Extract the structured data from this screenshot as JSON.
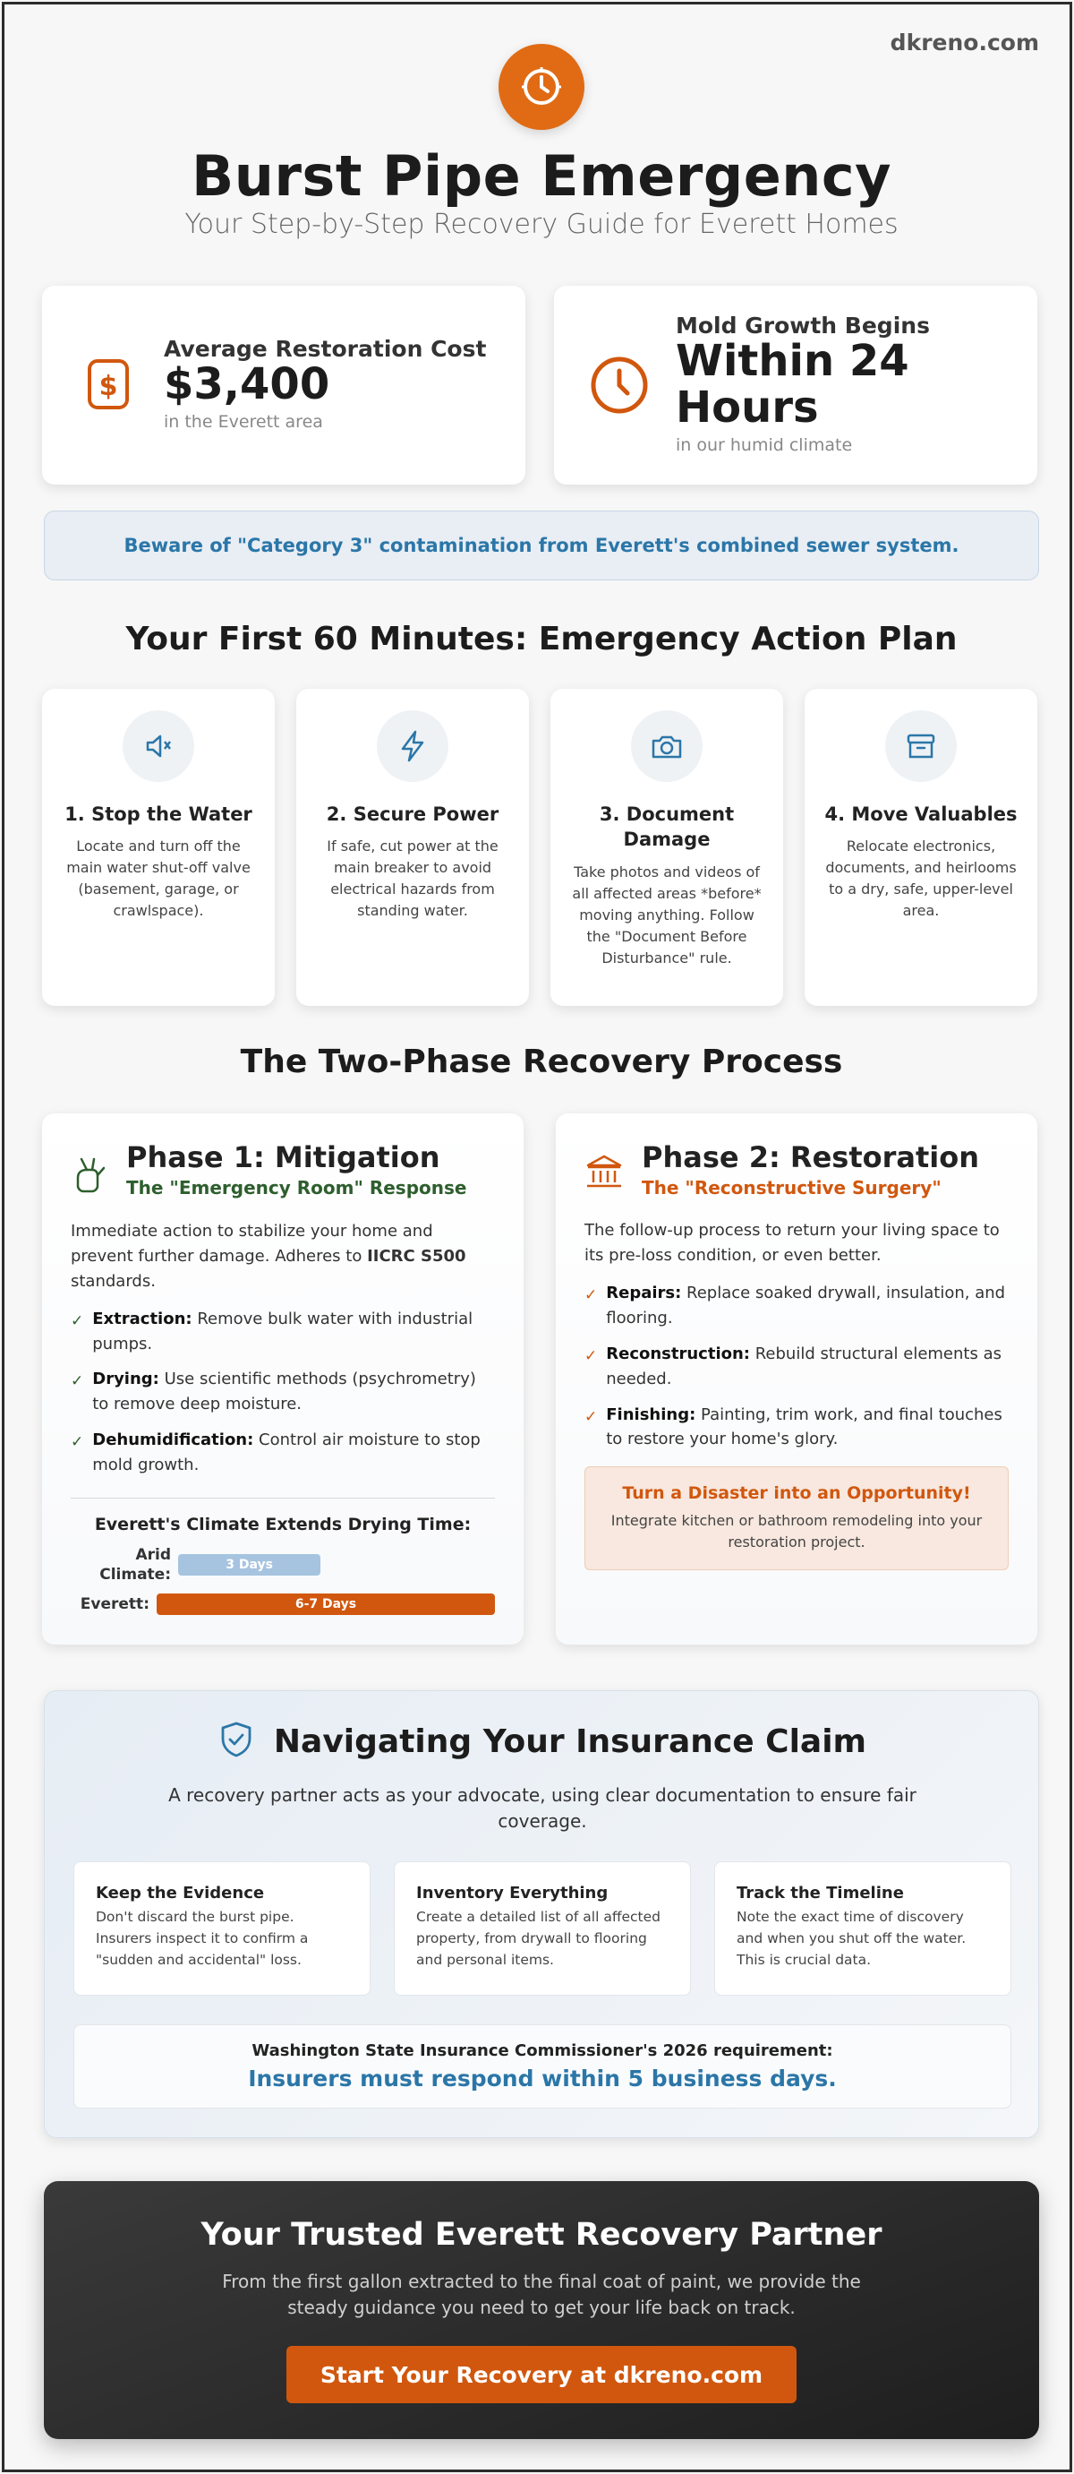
{
  "brand": "dkreno.com",
  "header": {
    "title": "Burst Pipe Emergency",
    "subtitle": "Your Step-by-Step Recovery Guide for Everett Homes"
  },
  "stats": [
    {
      "label": "Average Restoration Cost",
      "value": "$3,400",
      "note": "in the Everett area",
      "icon": "dollar-icon"
    },
    {
      "label": "Mold Growth Begins",
      "value": "Within 24 Hours",
      "note": "in our humid climate",
      "icon": "clock-icon"
    }
  ],
  "warning": "Beware of \"Category 3\" contamination from Everett's combined sewer system.",
  "action_plan": {
    "title": "Your First 60 Minutes: Emergency Action Plan",
    "steps": [
      {
        "title": "1. Stop the Water",
        "text": "Locate and turn off the main water shut-off valve (basement, garage, or crawlspace).",
        "icon": "water-off-icon"
      },
      {
        "title": "2. Secure Power",
        "text": "If safe, cut power at the main breaker to avoid electrical hazards from standing water.",
        "icon": "lightning-icon"
      },
      {
        "title": "3. Document Damage",
        "text": "Take photos and videos of all affected areas *before* moving anything. Follow the \"Document Before Disturbance\" rule.",
        "icon": "camera-icon"
      },
      {
        "title": "4. Move Valuables",
        "text": "Relocate electronics, documents, and heirlooms to a dry, safe, upper-level area.",
        "icon": "archive-icon"
      }
    ]
  },
  "recovery": {
    "title": "The Two-Phase Recovery Process",
    "phase1": {
      "title": "Phase 1: Mitigation",
      "subtitle": "The \"Emergency Room\" Response",
      "intro_a": "Immediate action to stabilize your home and prevent further damage. Adheres to ",
      "intro_b": "IICRC S500",
      "intro_c": " standards.",
      "items": [
        {
          "term": "Extraction:",
          "text": " Remove bulk water with industrial pumps."
        },
        {
          "term": "Drying:",
          "text": " Use scientific methods (psychrometry) to remove deep moisture."
        },
        {
          "term": "Dehumidification:",
          "text": " Control air moisture to stop mold growth."
        }
      ],
      "climate_title": "Everett's Climate Extends Drying Time:",
      "bars": [
        {
          "label": "Arid Climate:",
          "value": "3 Days",
          "fraction": 0.45,
          "color": "#a6c4e0"
        },
        {
          "label": "Everett:",
          "value": "6-7 Days",
          "fraction": 1.0,
          "color": "#d1570e"
        }
      ]
    },
    "phase2": {
      "title": "Phase 2: Restoration",
      "subtitle": "The \"Reconstructive Surgery\"",
      "intro": "The follow-up process to return your living space to its pre-loss condition, or even better.",
      "items": [
        {
          "term": "Repairs:",
          "text": " Replace soaked drywall, insulation, and flooring."
        },
        {
          "term": "Reconstruction:",
          "text": " Rebuild structural elements as needed."
        },
        {
          "term": "Finishing:",
          "text": " Painting, trim work, and final touches to restore your home's glory."
        }
      ],
      "callout_title": "Turn a Disaster into an Opportunity!",
      "callout_text": "Integrate kitchen or bathroom remodeling into your restoration project."
    }
  },
  "insurance": {
    "title": "Navigating Your Insurance Claim",
    "intro": "A recovery partner acts as your advocate, using clear documentation to ensure fair coverage.",
    "tips": [
      {
        "title": "Keep the Evidence",
        "text": "Don't discard the burst pipe. Insurers inspect it to confirm a \"sudden and accidental\" loss."
      },
      {
        "title": "Inventory Everything",
        "text": "Create a detailed list of all affected property, from drywall to flooring and personal items."
      },
      {
        "title": "Track the Timeline",
        "text": "Note the exact time of discovery and when you shut off the water. This is crucial data."
      }
    ],
    "requirement_label": "Washington State Insurance Commissioner's 2026 requirement:",
    "requirement_value": "Insurers must respond within 5 business days."
  },
  "footer": {
    "title": "Your Trusted Everett Recovery Partner",
    "text": "From the first gallon extracted to the final coat of paint, we provide the steady guidance you need to get your life back on track.",
    "cta": "Start Your Recovery at dkreno.com"
  },
  "colors": {
    "accent": "#d1570e",
    "blue": "#2b76a8",
    "green": "#2e5e2e",
    "dark": "#1c1c1c"
  }
}
